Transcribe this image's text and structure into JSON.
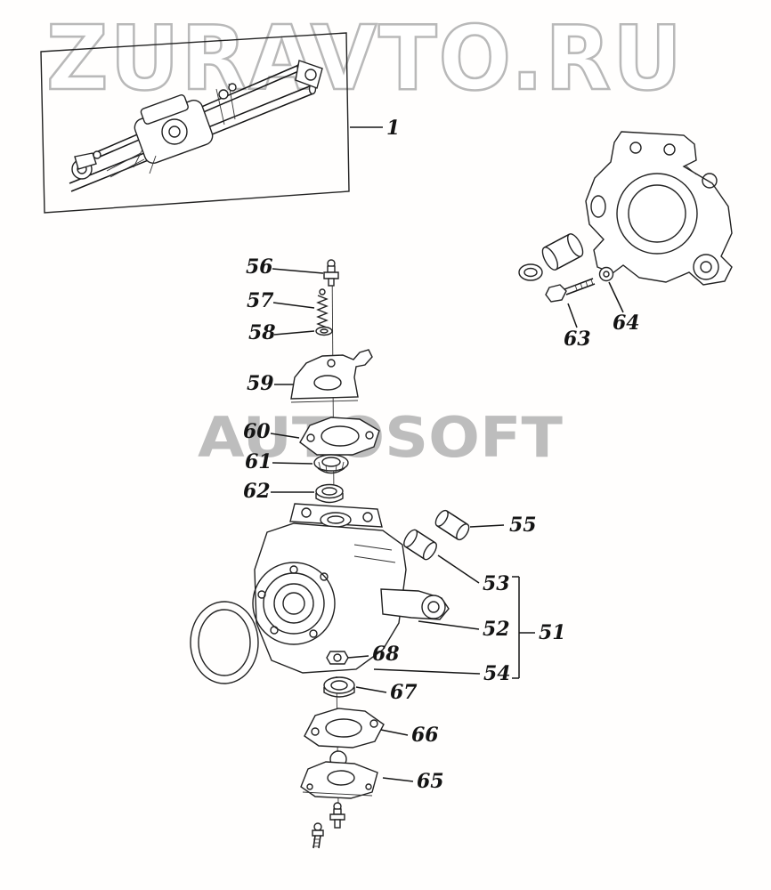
{
  "watermarks": {
    "top": "ZURAVTO.RU",
    "middle": "AUTOSOFT"
  },
  "colors": {
    "ink": "#222222",
    "watermark_outline": "#b9b9b9",
    "watermark_fill": "#7e7e7e"
  },
  "callouts": {
    "n1": "1",
    "n51": "51",
    "n52": "52",
    "n53": "53",
    "n54": "54",
    "n55": "55",
    "n56": "56",
    "n57": "57",
    "n58": "58",
    "n59": "59",
    "n60": "60",
    "n61": "61",
    "n62": "62",
    "n63": "63",
    "n64": "64",
    "n65": "65",
    "n66": "66",
    "n67": "67",
    "n68": "68"
  }
}
